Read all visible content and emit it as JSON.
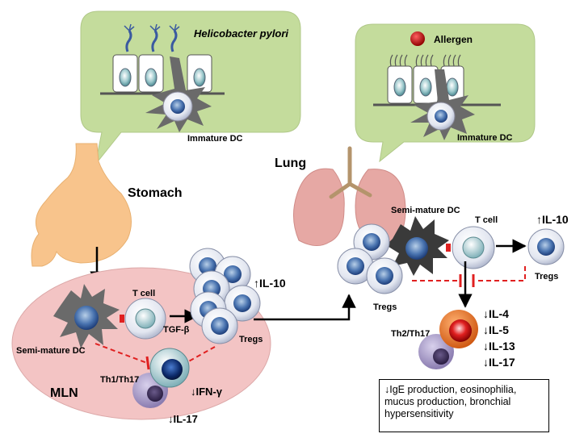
{
  "stomach_bubble": {
    "bacterium_label": "Helicobacter pylori",
    "dc_label": "Immature DC"
  },
  "lung_bubble": {
    "allergen_label": "Allergen",
    "dc_label": "Immature DC"
  },
  "organs": {
    "stomach": "Stomach",
    "lung": "Lung",
    "mln": "MLN"
  },
  "mln_panel": {
    "dc_label": "Semi-mature DC",
    "tcell_label": "T cell",
    "arrow_label": "TGF-β",
    "treg_label": "Tregs",
    "il10": "↑IL-10",
    "th_label": "Th1/Th17",
    "ifng": "↓IFN-γ",
    "il17": "↓IL-17"
  },
  "lung_panel": {
    "dc_label": "Semi-mature DC",
    "tcell_label": "T cell",
    "il10": "↑IL-10",
    "treg_right": "Tregs",
    "treg_left": "Tregs",
    "th_label": "Th2/Th17",
    "cytokines": [
      "↓IL-4",
      "↓IL-5",
      "↓IL-13",
      "↓IL-17"
    ]
  },
  "summary": "↓IgE production, eosinophilia, mucus production, bronchial hypersensitivity",
  "colors": {
    "bubble_fill": "#c4dc9c",
    "mln_fill": "#f3c4c4",
    "stomach_fill": "#f8c48c",
    "lung_fill": "#e6a8a4",
    "trachea": "#b4946c",
    "inhibit": "#e02020",
    "dc_body": "#6a6a6a",
    "nucleus": "#2a5aa0",
    "th_purple": "#a89cc4",
    "th2_orange": "#e8782c"
  }
}
